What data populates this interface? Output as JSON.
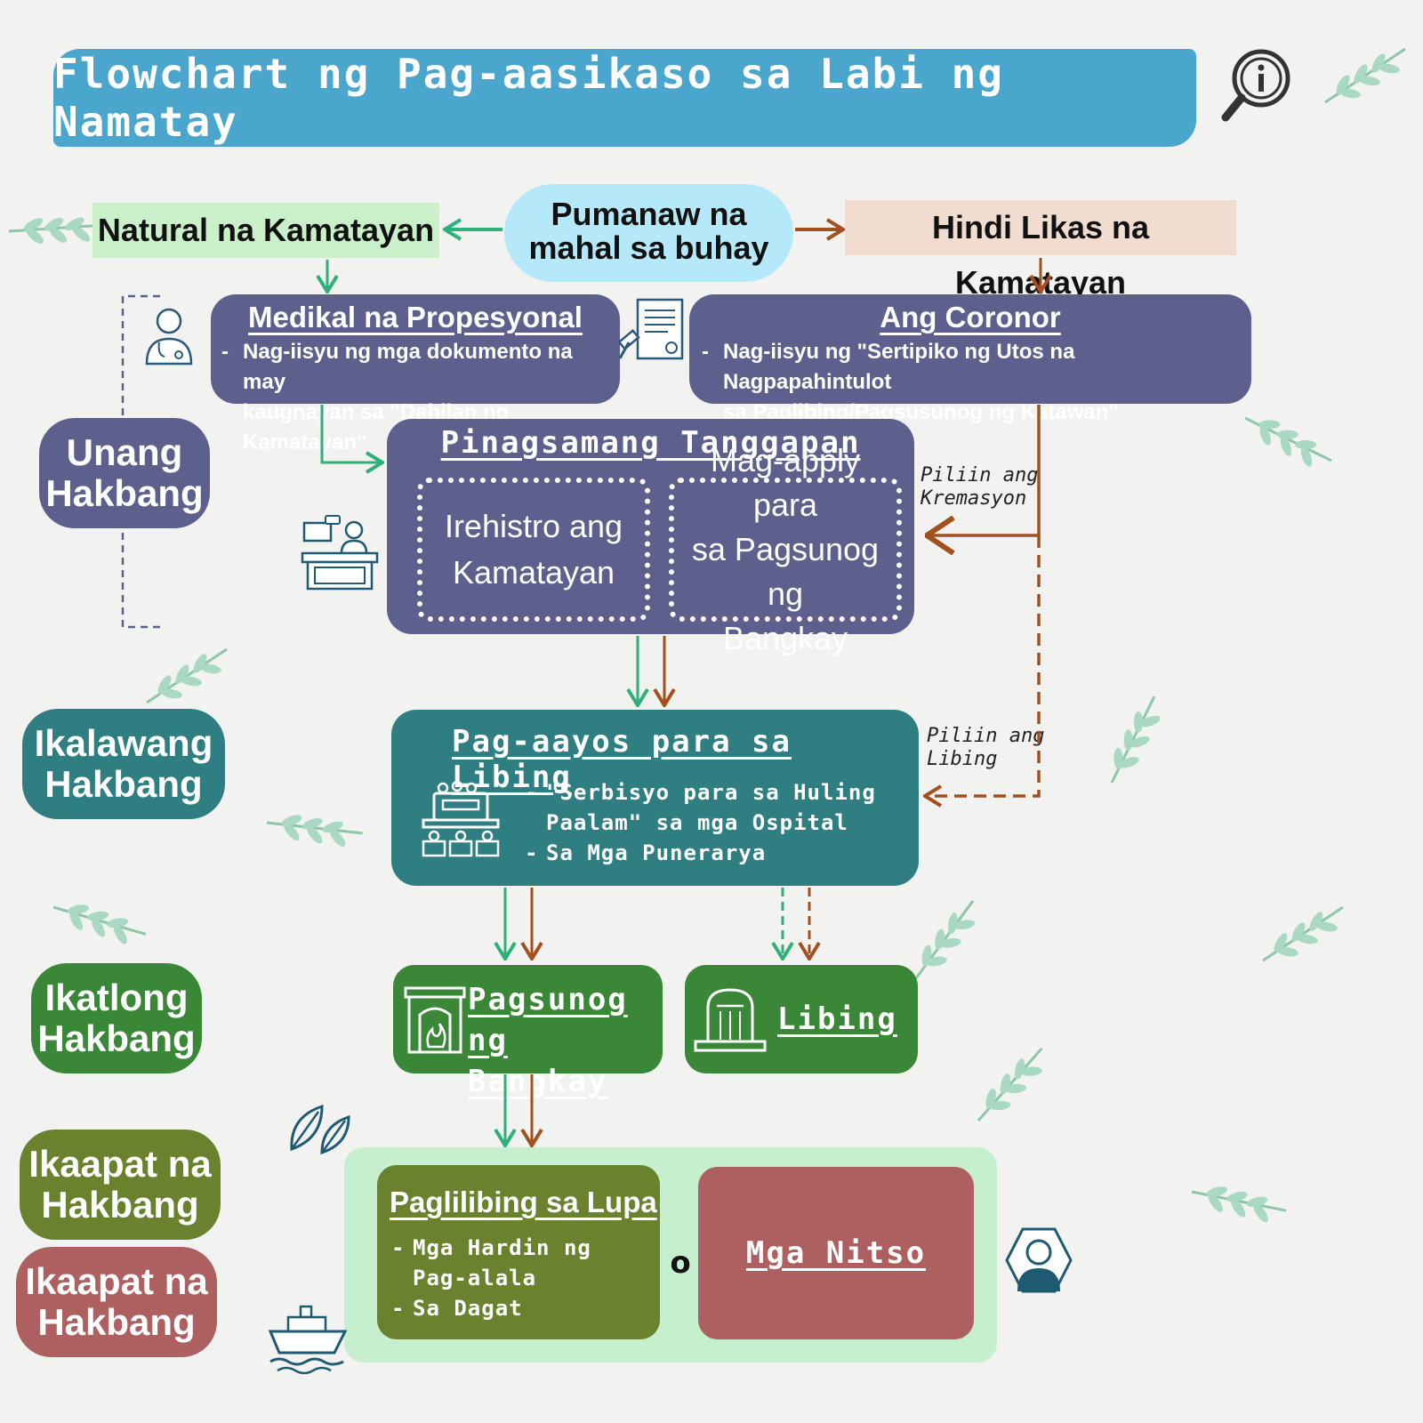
{
  "title": "Flowchart ng Pag-aasikaso sa Labi ng Namatay",
  "start": {
    "line1": "Pumanaw na",
    "line2": "mahal sa buhay"
  },
  "natural": "Natural na Kamatayan",
  "unnatural": "Hindi Likas na Kamatayan",
  "medical": {
    "title": "Medikal na Propesyonal",
    "line1": "Nag-iisyu ng mga dokumento na may",
    "line2": "kaugnayan sa \"Dahilan ng Kamatayan\""
  },
  "coroner": {
    "title": "Ang Coronor",
    "line1": "Nag-iisyu ng \"Sertipiko ng Utos na Nagpapahintulot",
    "line2": "sa Paglibing/Pagsusunog ng Katawan\""
  },
  "office": {
    "title": "Pinagsamang Tanggapan",
    "left_line1": "Irehistro ang",
    "left_line2": "Kamatayan",
    "right_line1": "Mag-apply para",
    "right_line2": "sa Pagsunog ng",
    "right_line3": "Bangkay"
  },
  "choose_cremation": {
    "line1": "Piliin ang",
    "line2": "Kremasyon"
  },
  "choose_burial": {
    "line1": "Piliin ang",
    "line2": "Libing"
  },
  "funeral": {
    "title": "Pag-aayos para sa Libing",
    "item1_line1": "\"Serbisyo para sa Huling",
    "item1_line2": "Paalam\" sa mga Ospital",
    "item2": "Sa Mga Punerarya"
  },
  "cremation": {
    "line1": "Pagsunog",
    "line2": "ng Bangkay"
  },
  "burial": "Libing",
  "ground": {
    "title": "Paglilibing sa Lupa",
    "item1_line1": "Mga Hardin ng",
    "item1_line2": "Pag-alala",
    "item2": "Sa Dagat"
  },
  "or_label": "o",
  "niches": "Mga Nitso",
  "steps": {
    "step1_line1": "Unang",
    "step1_line2": "Hakbang",
    "step2_line1": "Ikalawang",
    "step2_line2": "Hakbang",
    "step3_line1": "Ikatlong",
    "step3_line2": "Hakbang",
    "step4a_line1": "Ikaapat na",
    "step4a_line2": "Hakbang",
    "step4b_line1": "Ikaapat na",
    "step4b_line2": "Hakbang"
  },
  "colors": {
    "banner": "#4aa6cd",
    "purple": "#5d608c",
    "teal": "#2f7f82",
    "green": "#3a8738",
    "olive": "#6a812d",
    "red": "#ae5f5f",
    "arrow_green": "#2db07a",
    "arrow_brown": "#a4501e",
    "natural_bg": "#c9f0c9",
    "unnatural_bg": "#f0ddd0",
    "start_bg": "#b5e8f8",
    "area_bg": "#c5efcd"
  }
}
